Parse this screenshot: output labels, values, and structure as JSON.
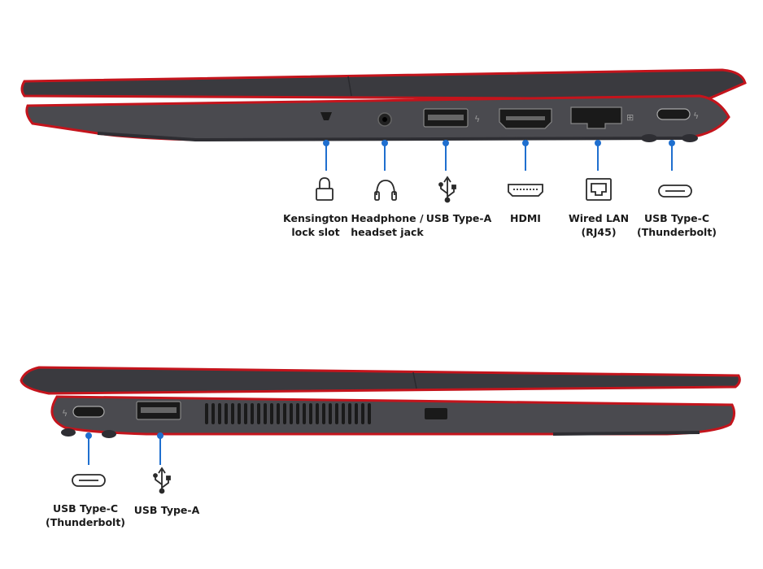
{
  "colors": {
    "chassis": "#4a4a4f",
    "chassis_dark": "#2e2e33",
    "accent_red": "#c4141c",
    "callout_blue": "#1f6fcf",
    "icon_stroke": "#2a2a2a"
  },
  "right_side": {
    "ports": [
      {
        "icon": "lock-icon",
        "line1": "Kensington",
        "line2": "lock slot"
      },
      {
        "icon": "headphones-icon",
        "line1": "Headphone /",
        "line2": "headset jack"
      },
      {
        "icon": "usb-icon",
        "line1": "USB Type-A",
        "line2": ""
      },
      {
        "icon": "hdmi-icon",
        "line1": "HDMI",
        "line2": ""
      },
      {
        "icon": "ethernet-icon",
        "line1": "Wired LAN",
        "line2": "(RJ45)"
      },
      {
        "icon": "usb-c-icon",
        "line1": "USB Type-C",
        "line2": "(Thunderbolt)"
      }
    ]
  },
  "left_side": {
    "ports": [
      {
        "icon": "usb-c-icon",
        "line1": "USB Type-C",
        "line2": "(Thunderbolt)"
      },
      {
        "icon": "usb-icon",
        "line1": "USB Type-A",
        "line2": ""
      }
    ]
  }
}
